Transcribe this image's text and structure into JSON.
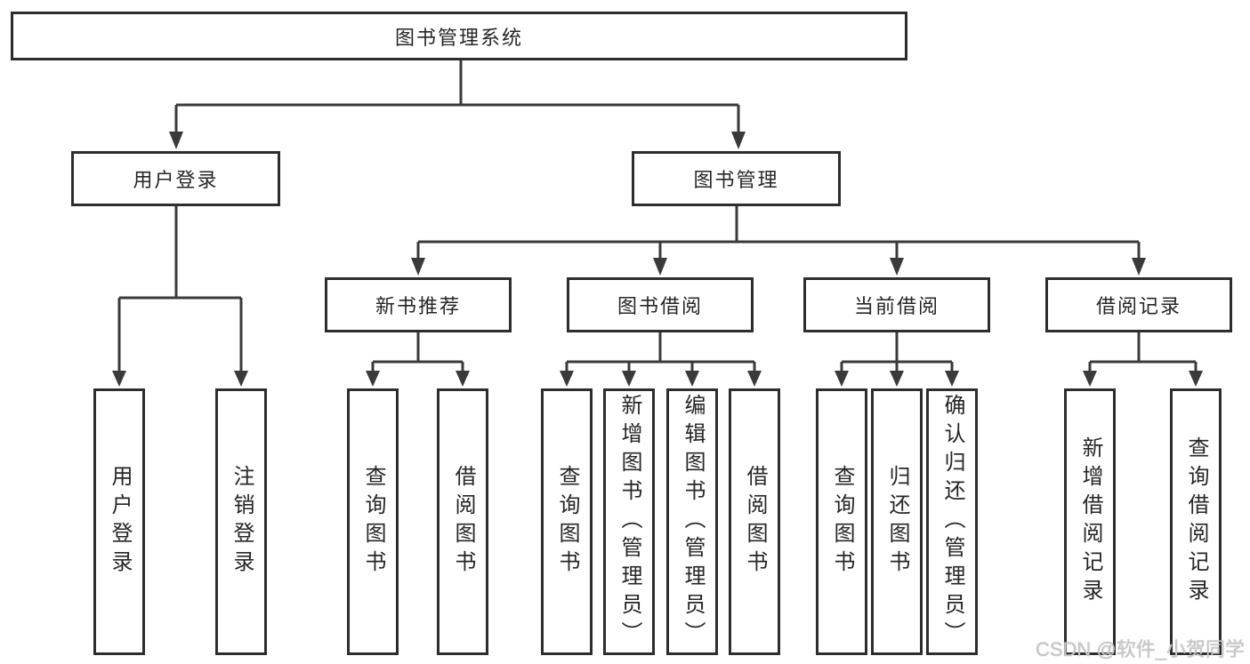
{
  "colors": {
    "background": "#ffffff",
    "line": "#3a3a3a",
    "border": "#2d2d2d",
    "text": "#262626",
    "watermark": "#c8c8c8"
  },
  "diagram": {
    "root": "图书管理系统",
    "level2": {
      "user": "用户登录",
      "book": "图书管理"
    },
    "level3": {
      "recommend": "新书推荐",
      "borrow": "图书借阅",
      "current": "当前借阅",
      "record": "借阅记录"
    },
    "leaves": {
      "user": [
        "用户登录",
        "注销登录"
      ],
      "recommend": [
        "查询图书",
        "借阅图书"
      ],
      "borrow": [
        "查询图书",
        "新增图书（管理员）",
        "编辑图书（管理员）",
        "借阅图书"
      ],
      "current": [
        "查询图书",
        "归还图书",
        "确认归还（管理员）"
      ],
      "record": [
        "新增借阅记录",
        "查询借阅记录"
      ]
    }
  },
  "watermark": {
    "text": "CSDN @软件_小贺同学"
  }
}
